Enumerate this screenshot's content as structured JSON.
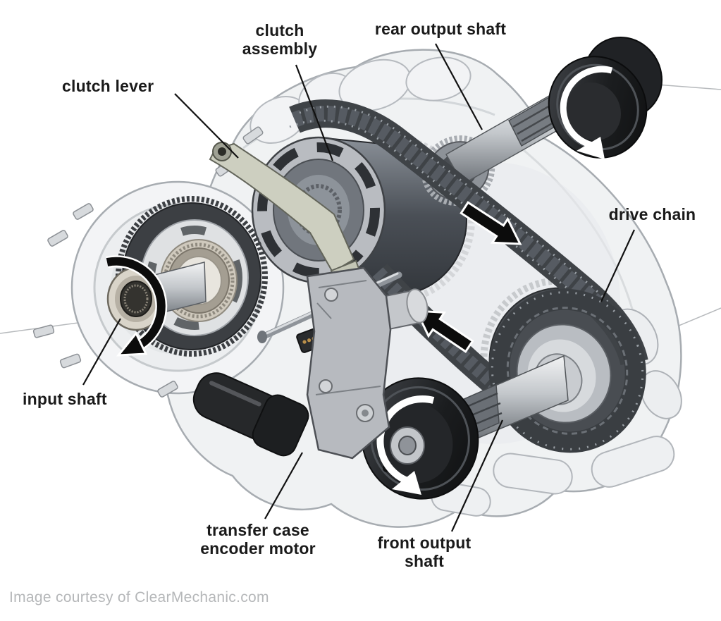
{
  "diagram": {
    "type": "labeled-technical-illustration",
    "subject": "transfer case cutaway",
    "labels": {
      "clutch_assembly": "clutch assembly",
      "rear_output_shaft": "rear output shaft",
      "clutch_lever": "clutch lever",
      "drive_chain": "drive chain",
      "input_shaft": "input shaft",
      "transfer_case_encoder_motor": "transfer case encoder motor",
      "front_output_shaft": "front output shaft"
    },
    "caption": "Image courtesy of ClearMechanic.com",
    "colors": {
      "background": "#ffffff",
      "label_text": "#1a1a1a",
      "caption_text": "#b5b7b9",
      "leader_line": "#111111",
      "housing_fill": "#f0f2f3",
      "housing_edge": "#a7acb1",
      "dark_metal": "#2b2e31",
      "chain": "#3f4347",
      "lever": "#cdcfc0",
      "rotation_arrow_black": "#0c0c0c",
      "rotation_arrow_white": "#ffffff"
    }
  }
}
